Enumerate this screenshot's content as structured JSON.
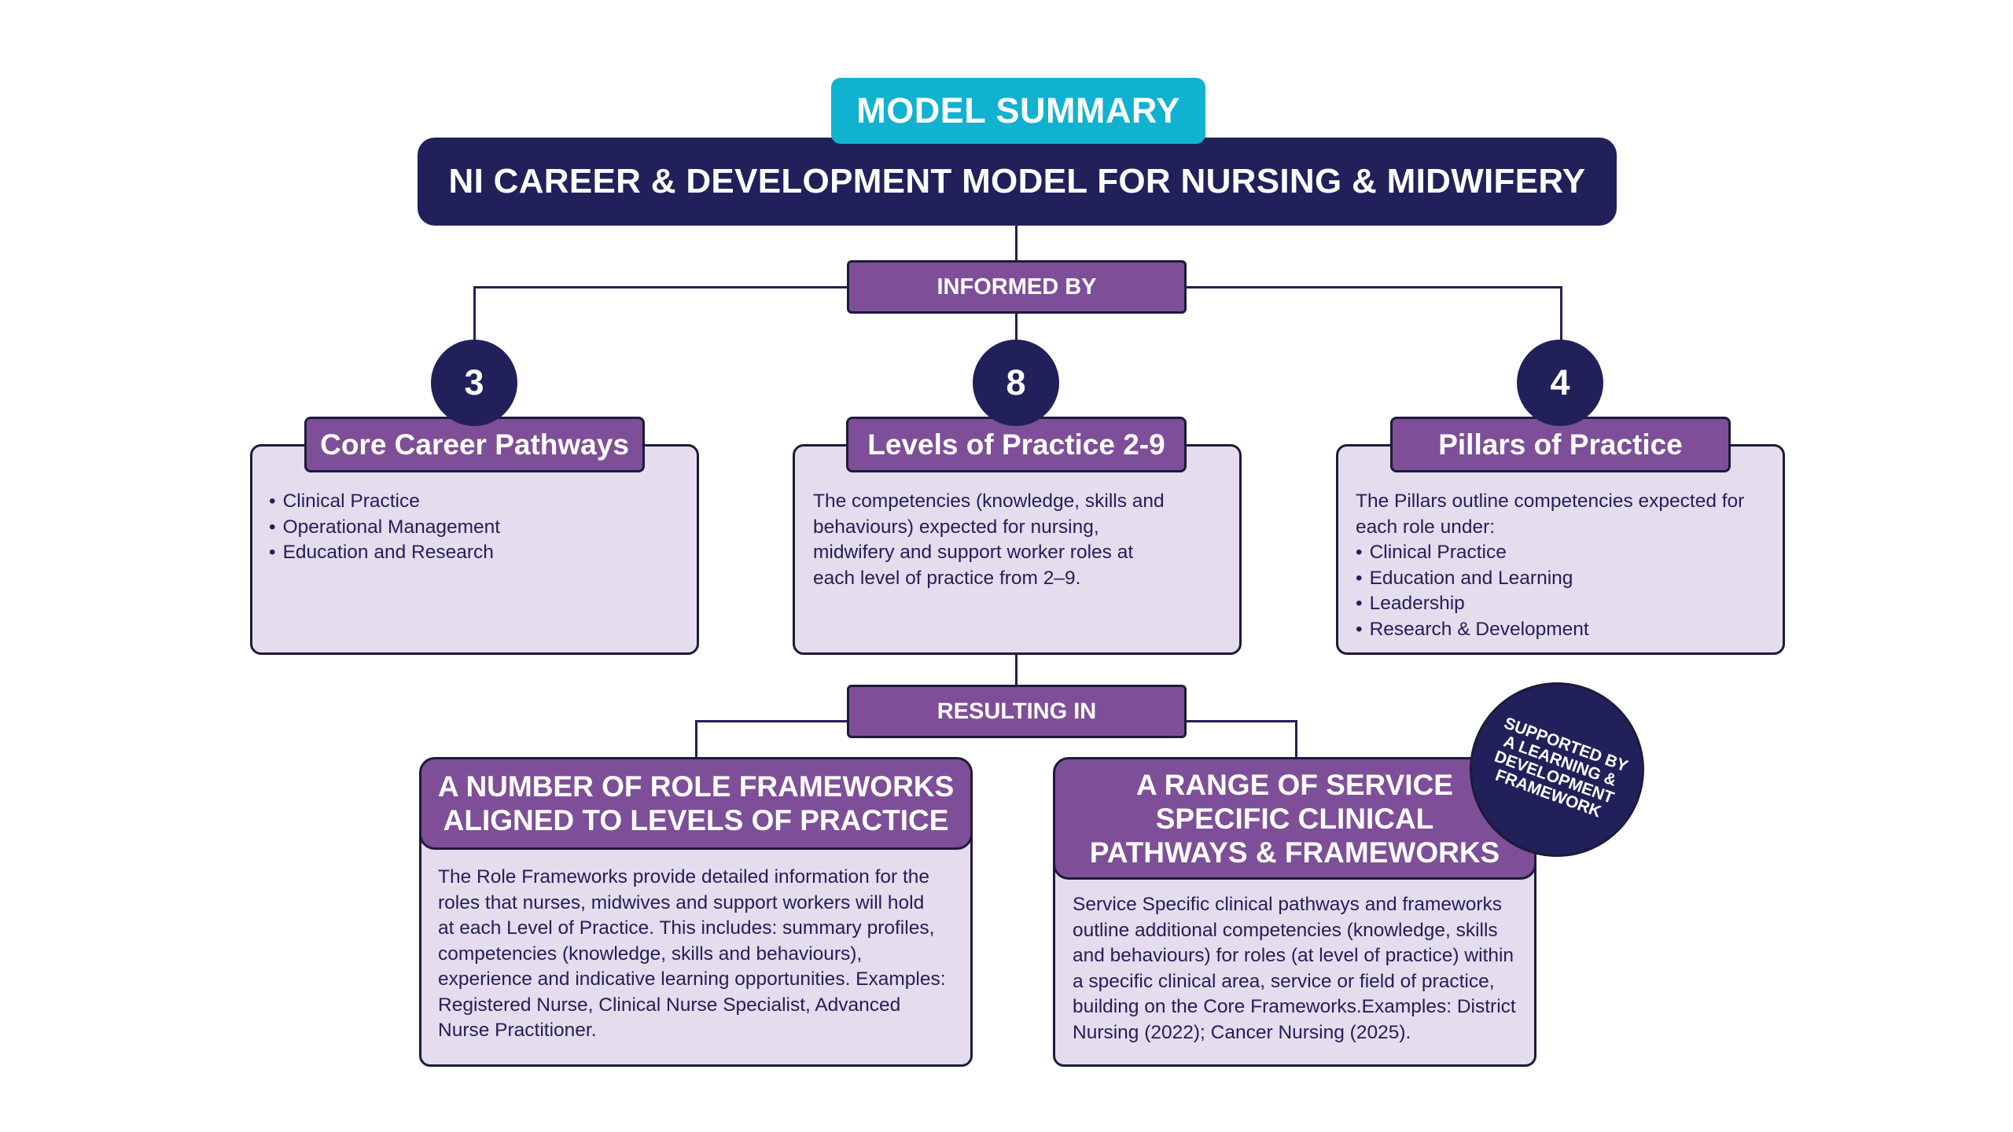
{
  "header": {
    "tag": "MODEL SUMMARY",
    "title": "NI CAREER & DEVELOPMENT MODEL FOR NURSING & MIDWIFERY"
  },
  "informed_by": "INFORMED BY",
  "resulting_in": "RESULTING IN",
  "columns": [
    {
      "number": "3",
      "title": "Core Career Pathways",
      "bullets": [
        "Clinical Practice",
        "Operational Management",
        "Education and Research"
      ]
    },
    {
      "number": "8",
      "title": "Levels of Practice 2-9",
      "text_lines": [
        "The competencies (knowledge, skills and",
        "behaviours) expected for nursing,",
        "midwifery and support worker roles at",
        "each level of practice from 2–9."
      ]
    },
    {
      "number": "4",
      "title": "Pillars of Practice",
      "intro_lines": [
        "The Pillars outline competencies expected for",
        "each role under:"
      ],
      "bullets": [
        "Clinical Practice",
        "Education and Learning",
        "Leadership",
        "Research & Development"
      ]
    }
  ],
  "outcomes": [
    {
      "heading_lines": [
        "A NUMBER OF ROLE FRAMEWORKS",
        "ALIGNED TO LEVELS OF PRACTICE"
      ],
      "text_lines": [
        "The Role Frameworks provide detailed information for the",
        "roles that nurses, midwives and support workers will hold",
        "at each Level of Practice. This includes: summary profiles,",
        "competencies (knowledge, skills and behaviours),",
        "experience and indicative learning opportunities. Examples:",
        "Registered Nurse, Clinical Nurse Specialist, Advanced",
        "Nurse Practitioner."
      ]
    },
    {
      "heading_lines": [
        "A RANGE OF SERVICE",
        "SPECIFIC CLINICAL",
        "PATHWAYS & FRAMEWORKS"
      ],
      "text_lines": [
        "Service Specific clinical pathways and frameworks",
        "outline additional competencies (knowledge, skills",
        "and behaviours) for roles (at level of practice) within",
        "a specific clinical area, service or field of practice,",
        "building on the Core Frameworks.Examples: District",
        "Nursing (2022); Cancer Nursing (2025)."
      ]
    }
  ],
  "badge_lines": [
    "SUPPORTED BY",
    "A LEARNING &",
    "DEVELOPMENT",
    "FRAMEWORK"
  ],
  "colors": {
    "navy": "#22205a",
    "purple": "#7e4f98",
    "lavender": "#e5dcee",
    "cyan": "#10b2d0"
  }
}
